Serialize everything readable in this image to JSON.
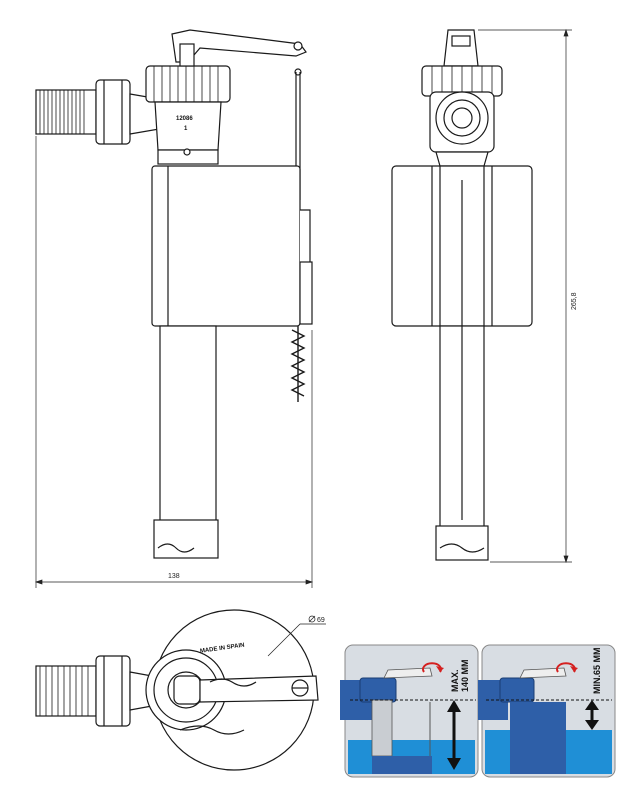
{
  "dimensions": {
    "width": "138",
    "height": "265,8",
    "diameter": "69"
  },
  "part_marking": {
    "code": "12086",
    "sub": "1"
  },
  "top_view": {
    "made_in_spain": "MADE IN SPAIN"
  },
  "install_panels": [
    {
      "label": "MAX.\n140 MM"
    },
    {
      "label": "MIN.65 MM"
    }
  ],
  "colors": {
    "outline": "#1a1a1a",
    "body_fill": "#ffffff",
    "blue_part": "#2e5fa8",
    "water": "#1f8fd6",
    "panel_bg": "#d8dde3",
    "red_arrow": "#d42020"
  }
}
